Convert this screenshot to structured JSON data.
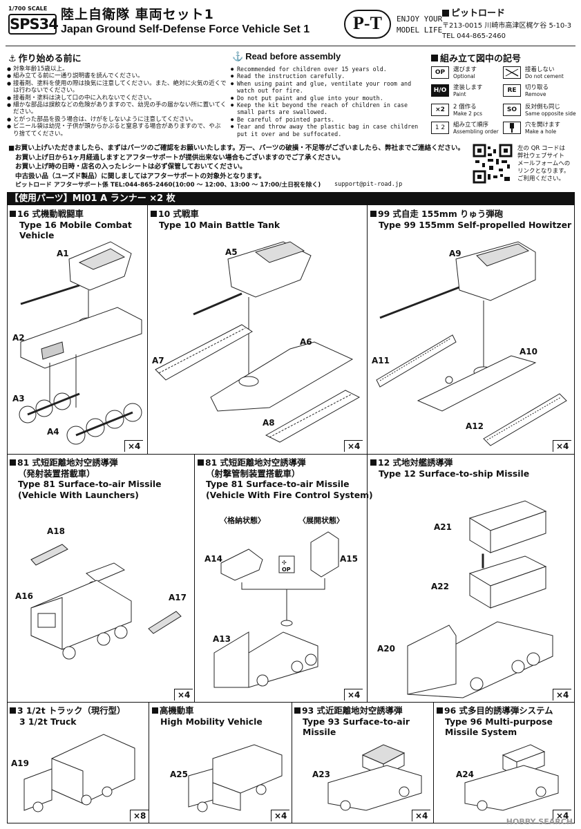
{
  "header": {
    "scale": "1/700 SCALE",
    "code": "SPS34",
    "title_jp": "陸上自衛隊 車両セット1",
    "title_en": "Japan Ground Self-Defense Force Vehicle Set 1",
    "logo": "P-T",
    "slogan": [
      "ENJOY YOUR",
      "MODEL LIFE"
    ],
    "company": "ピットロード",
    "address": "〒213-0015 川崎市高津区梶ケ谷 5-10-3",
    "tel": "TEL 044-865-2460"
  },
  "before_jp": {
    "title": "作り始める前に",
    "items": [
      "対象年齢15歳以上。",
      "組み立てる前に一通り説明書を読んでください。",
      "接着剤、塗料を使用の際は換気に注意してください。また、絶対に火気の近くでは行わないでください。",
      "接着剤・塗料は決して口の中に入れないでください。",
      "細かな部品は誤飲などの危険がありますので、幼児の手の届かない所に置いてください。",
      "とがった部品を扱う場合は、けがをしないように注意してください。",
      "ビニール袋は幼児・子供が頭からかぶると窒息する場合がありますので、やぶり捨ててください。"
    ]
  },
  "before_en": {
    "title": "Read before assembly",
    "items": [
      "Recommended for children over 15 years old.",
      "Read the instruction carefully.",
      "When using paint and glue, ventilate your room and watch out for fire.",
      "Do not put paint and glue into your mouth.",
      "Keep the kit beyond the reach of children in case small parts are swallowed.",
      "Be careful of pointed parts.",
      "Tear and throw away the plastic bag in case children put it over and be suffocated."
    ]
  },
  "legend": {
    "title": "組み立て図中の記号",
    "items": [
      {
        "icon": "OP",
        "jp": "選びます",
        "en": "Optional"
      },
      {
        "icon": "接着しない",
        "jp": "接着しない",
        "en": "Do not cement"
      },
      {
        "icon": "H/O",
        "jp": "塗装します",
        "en": "Paint"
      },
      {
        "icon": "RE",
        "jp": "切り取る",
        "en": "Remove"
      },
      {
        "icon": "×2",
        "jp": "2 個作る",
        "en": "Make 2 pcs"
      },
      {
        "icon": "SO",
        "jp": "反対側も同じ",
        "en": "Same opposite side"
      },
      {
        "icon": "1 2",
        "jp": "組み立て順序",
        "en": "Assembling order"
      },
      {
        "icon": "穴",
        "jp": "穴を開けます",
        "en": "Make a hole"
      }
    ]
  },
  "notice": {
    "lines": [
      "■お買い上げいただきましたら、まずはパーツのご確認をお願いいたします。万一、パーツの破損・不足等がございましたら、弊社までご連絡ください。",
      "お買い上げ日から1ヶ月経過しますとアフターサポートが提供出来ない場合もございますのでご了承ください。",
      "お買い上げ時の日時・店名の入ったレシートは必ず保管しておいてください。",
      "中古扱い品（ユーズド製品）に関しましてはアフターサポートの対象外となります。",
      "ピットロード アフターサポート係 TEL:044-865-2460(10:00 ～ 12:00、13:00 ～ 17:00/土日祝を除く)"
    ],
    "support": "support@pit-road.jp",
    "qr_text": [
      "左の QR コードは",
      "弊社ウェブサイト",
      "メールフォームへの",
      "リンクとなります。",
      "ご利用ください。"
    ]
  },
  "parts_bar": "【使用パーツ】MI01 A ランナー ×2 枚",
  "panels": [
    {
      "jp": "16 式機動戦闘車",
      "en": [
        "Type 16 Mobile Combat",
        "Vehicle"
      ],
      "count": "×4",
      "parts": [
        "A1",
        "A2",
        "A3",
        "A4"
      ]
    },
    {
      "jp": "10 式戦車",
      "en": [
        "Type 10 Main Battle Tank"
      ],
      "count": "×4",
      "parts": [
        "A5",
        "A6",
        "A7",
        "A8"
      ]
    },
    {
      "jp": "99 式自走 155mm りゅう弾砲",
      "en": [
        "Type 99 155mm Self-propelled Howitzer"
      ],
      "count": "×4",
      "parts": [
        "A9",
        "A10",
        "A11",
        "A12"
      ]
    },
    {
      "jp": "81 式短距離地対空誘導弾",
      "en": [
        "（発射装置搭載車）",
        "Type 81 Surface-to-air Missile",
        "(Vehicle With Launchers)"
      ],
      "count": "×4",
      "parts": [
        "A18",
        "A16",
        "A17"
      ]
    },
    {
      "jp": "81 式短距離地対空誘導弾",
      "en": [
        "（射撃管制装置搭載車）",
        "Type 81 Surface-to-air Missile",
        "(Vehicle With Fire Control System)"
      ],
      "count": "×4",
      "parts": [
        "A14",
        "A15",
        "A13"
      ],
      "sub": [
        "〈格納状態〉",
        "〈展開状態〉"
      ]
    },
    {
      "jp": "12 式地対艦誘導弾",
      "en": [
        "Type 12 Surface-to-ship Missile"
      ],
      "count": "×4",
      "parts": [
        "A21",
        "A22",
        "A20"
      ]
    },
    {
      "jp": "3 1/2t トラック（現行型）",
      "en": [
        "3 1/2t Truck"
      ],
      "count": "×8",
      "parts": [
        "A19"
      ]
    },
    {
      "jp": "高機動車",
      "en": [
        "High Mobility Vehicle"
      ],
      "count": "×4",
      "parts": [
        "A25"
      ]
    },
    {
      "jp": "93 式近距離地対空誘導弾",
      "en": [
        "Type 93 Surface-to-air",
        "Missile"
      ],
      "count": "×4",
      "parts": [
        "A23"
      ]
    },
    {
      "jp": "96 式多目的誘導弾システム",
      "en": [
        "Type 96 Multi-purpose",
        "Missile System"
      ],
      "count": "×4",
      "parts": [
        "A24"
      ]
    }
  ],
  "watermark": "HOBBY SEARCH"
}
